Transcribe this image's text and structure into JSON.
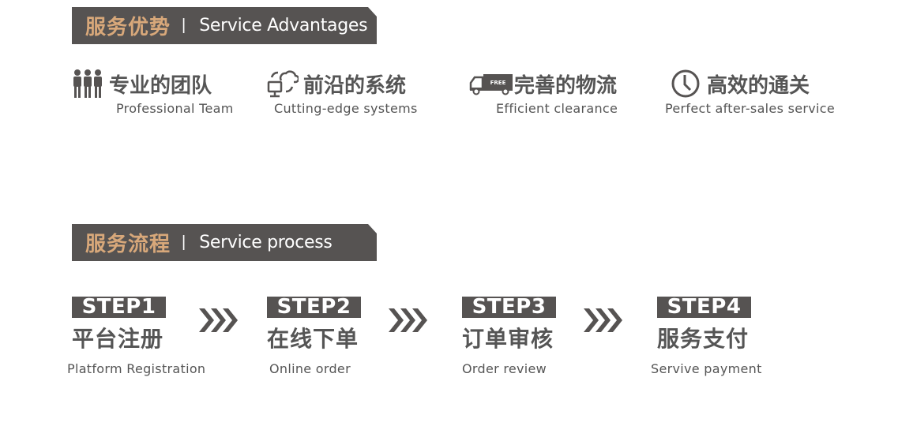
{
  "advantages_section": {
    "title_cn": "服务优势",
    "separator": "|",
    "title_en": "Service Advantages",
    "items": [
      {
        "icon": "team-icon",
        "title": "专业的团队",
        "subtitle": "Professional Team"
      },
      {
        "icon": "cloud-computer-icon",
        "title": "前沿的系统",
        "subtitle": "Cutting-edge systems"
      },
      {
        "icon": "free-delivery-truck-icon",
        "icon_text": "FREE",
        "title": "完善的物流",
        "subtitle": "Efficient clearance"
      },
      {
        "icon": "clock-icon",
        "title": "高效的通关",
        "subtitle": "Perfect after-sales service"
      }
    ]
  },
  "process_section": {
    "title_cn": "服务流程",
    "separator": "|",
    "title_en": "Service process",
    "steps": [
      {
        "badge": "STEP1",
        "title": "平台注册",
        "subtitle": "Platform Registration"
      },
      {
        "badge": "STEP2",
        "title": "在线下单",
        "subtitle": "Online order"
      },
      {
        "badge": "STEP3",
        "title": "订单审核",
        "subtitle": "Order review"
      },
      {
        "badge": "STEP4",
        "title": "服务支付",
        "subtitle": "Servive payment"
      }
    ],
    "arrow_icon": "triple-chevron-right-icon"
  },
  "colors": {
    "banner_bg": "#565352",
    "accent_gold": "#d8a87a",
    "text_gray": "#555555"
  }
}
